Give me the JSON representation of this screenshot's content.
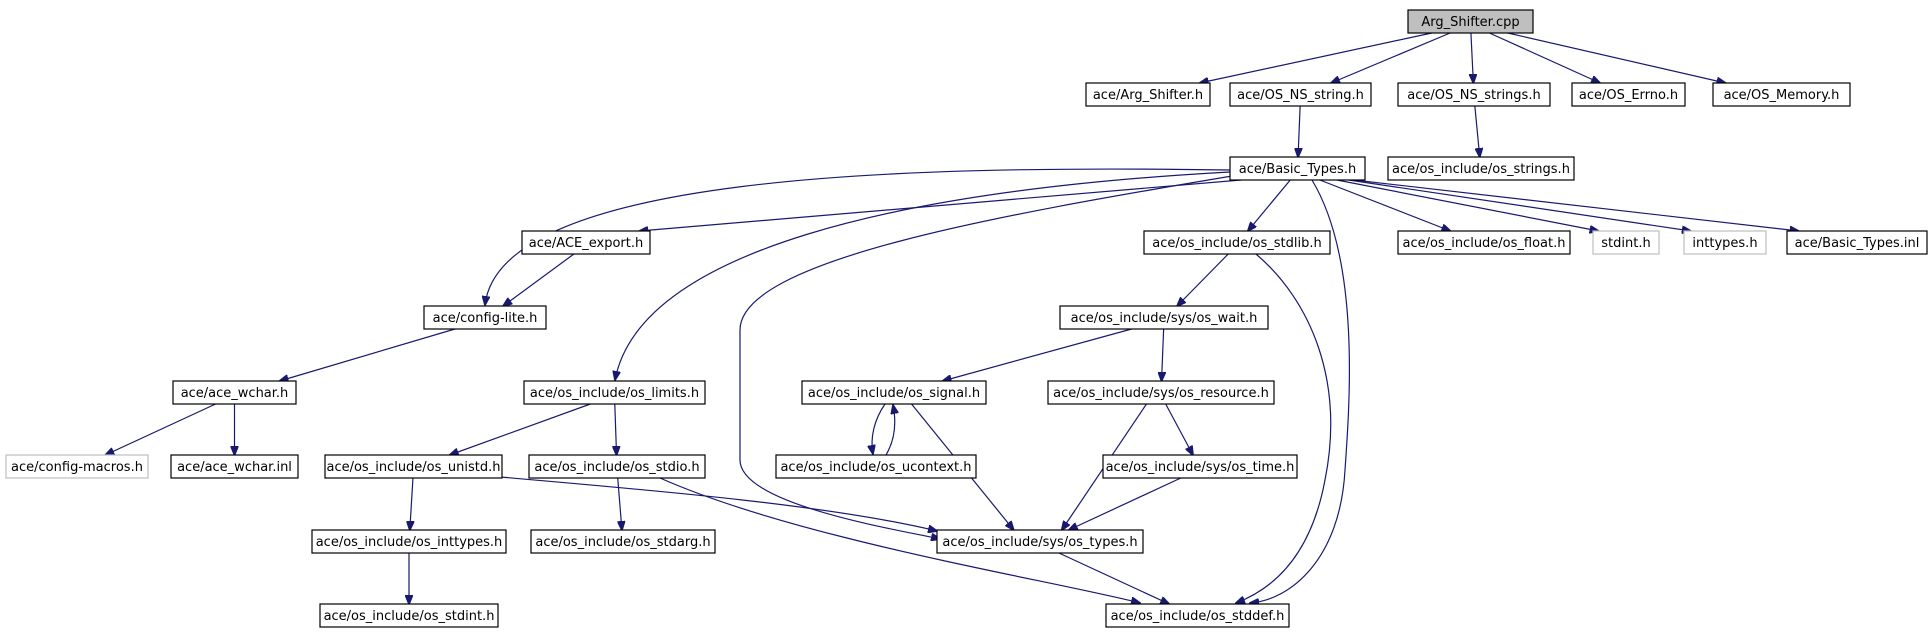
{
  "diagram": {
    "title": "Arg_Shifter.cpp",
    "edge_color": "#191970",
    "nodes": [
      {
        "id": "root",
        "label": "Arg_Shifter.cpp",
        "style": "root"
      },
      {
        "id": "arg_shifter_h",
        "label": "ace/Arg_Shifter.h",
        "style": "normal"
      },
      {
        "id": "os_ns_string_h",
        "label": "ace/OS_NS_string.h",
        "style": "normal"
      },
      {
        "id": "os_ns_strings_h",
        "label": "ace/OS_NS_strings.h",
        "style": "normal"
      },
      {
        "id": "os_errno_h",
        "label": "ace/OS_Errno.h",
        "style": "normal"
      },
      {
        "id": "os_memory_h",
        "label": "ace/OS_Memory.h",
        "style": "normal"
      },
      {
        "id": "basic_types_h",
        "label": "ace/Basic_Types.h",
        "style": "normal"
      },
      {
        "id": "os_strings_h",
        "label": "ace/os_include/os_strings.h",
        "style": "normal"
      },
      {
        "id": "ace_export_h",
        "label": "ace/ACE_export.h",
        "style": "normal"
      },
      {
        "id": "os_stdlib_h",
        "label": "ace/os_include/os_stdlib.h",
        "style": "normal"
      },
      {
        "id": "os_float_h",
        "label": "ace/os_include/os_float.h",
        "style": "normal"
      },
      {
        "id": "stdint_h",
        "label": "stdint.h",
        "style": "external"
      },
      {
        "id": "inttypes_h",
        "label": "inttypes.h",
        "style": "external"
      },
      {
        "id": "basic_types_inl",
        "label": "ace/Basic_Types.inl",
        "style": "normal"
      },
      {
        "id": "config_lite_h",
        "label": "ace/config-lite.h",
        "style": "normal"
      },
      {
        "id": "os_wait_h",
        "label": "ace/os_include/sys/os_wait.h",
        "style": "normal"
      },
      {
        "id": "ace_wchar_h",
        "label": "ace/ace_wchar.h",
        "style": "normal"
      },
      {
        "id": "os_limits_h",
        "label": "ace/os_include/os_limits.h",
        "style": "normal"
      },
      {
        "id": "os_signal_h",
        "label": "ace/os_include/os_signal.h",
        "style": "normal"
      },
      {
        "id": "os_resource_h",
        "label": "ace/os_include/sys/os_resource.h",
        "style": "normal"
      },
      {
        "id": "config_macros_h",
        "label": "ace/config-macros.h",
        "style": "external"
      },
      {
        "id": "ace_wchar_inl",
        "label": "ace/ace_wchar.inl",
        "style": "normal"
      },
      {
        "id": "os_unistd_h",
        "label": "ace/os_include/os_unistd.h",
        "style": "normal"
      },
      {
        "id": "os_stdio_h",
        "label": "ace/os_include/os_stdio.h",
        "style": "normal"
      },
      {
        "id": "os_ucontext_h",
        "label": "ace/os_include/os_ucontext.h",
        "style": "normal"
      },
      {
        "id": "os_time_h",
        "label": "ace/os_include/sys/os_time.h",
        "style": "normal"
      },
      {
        "id": "os_inttypes_h",
        "label": "ace/os_include/os_inttypes.h",
        "style": "normal"
      },
      {
        "id": "os_stdarg_h",
        "label": "ace/os_include/os_stdarg.h",
        "style": "normal"
      },
      {
        "id": "os_types_h",
        "label": "ace/os_include/sys/os_types.h",
        "style": "normal"
      },
      {
        "id": "os_stdint_h",
        "label": "ace/os_include/os_stdint.h",
        "style": "normal"
      },
      {
        "id": "os_stddef_h",
        "label": "ace/os_include/os_stddef.h",
        "style": "normal"
      }
    ],
    "edges": [
      [
        "root",
        "arg_shifter_h"
      ],
      [
        "root",
        "os_ns_string_h"
      ],
      [
        "root",
        "os_ns_strings_h"
      ],
      [
        "root",
        "os_errno_h"
      ],
      [
        "root",
        "os_memory_h"
      ],
      [
        "os_ns_string_h",
        "basic_types_h"
      ],
      [
        "os_ns_strings_h",
        "os_strings_h"
      ],
      [
        "basic_types_h",
        "config_lite_h"
      ],
      [
        "basic_types_h",
        "ace_export_h"
      ],
      [
        "basic_types_h",
        "os_limits_h"
      ],
      [
        "basic_types_h",
        "os_types_h"
      ],
      [
        "basic_types_h",
        "os_stdlib_h"
      ],
      [
        "basic_types_h",
        "os_stddef_h"
      ],
      [
        "basic_types_h",
        "os_float_h"
      ],
      [
        "basic_types_h",
        "stdint_h"
      ],
      [
        "basic_types_h",
        "inttypes_h"
      ],
      [
        "basic_types_h",
        "basic_types_inl"
      ],
      [
        "ace_export_h",
        "config_lite_h"
      ],
      [
        "config_lite_h",
        "ace_wchar_h"
      ],
      [
        "ace_wchar_h",
        "config_macros_h"
      ],
      [
        "ace_wchar_h",
        "ace_wchar_inl"
      ],
      [
        "os_stdlib_h",
        "os_wait_h"
      ],
      [
        "os_stdlib_h",
        "os_stddef_h"
      ],
      [
        "os_wait_h",
        "os_signal_h"
      ],
      [
        "os_wait_h",
        "os_resource_h"
      ],
      [
        "os_limits_h",
        "os_unistd_h"
      ],
      [
        "os_limits_h",
        "os_stdio_h"
      ],
      [
        "os_signal_h",
        "os_ucontext_h"
      ],
      [
        "os_ucontext_h",
        "os_signal_h"
      ],
      [
        "os_signal_h",
        "os_types_h"
      ],
      [
        "os_resource_h",
        "os_types_h"
      ],
      [
        "os_resource_h",
        "os_time_h"
      ],
      [
        "os_time_h",
        "os_types_h"
      ],
      [
        "os_unistd_h",
        "os_inttypes_h"
      ],
      [
        "os_unistd_h",
        "os_types_h"
      ],
      [
        "os_stdio_h",
        "os_stdarg_h"
      ],
      [
        "os_stdio_h",
        "os_stddef_h"
      ],
      [
        "os_inttypes_h",
        "os_stdint_h"
      ],
      [
        "os_types_h",
        "os_stddef_h"
      ]
    ]
  }
}
